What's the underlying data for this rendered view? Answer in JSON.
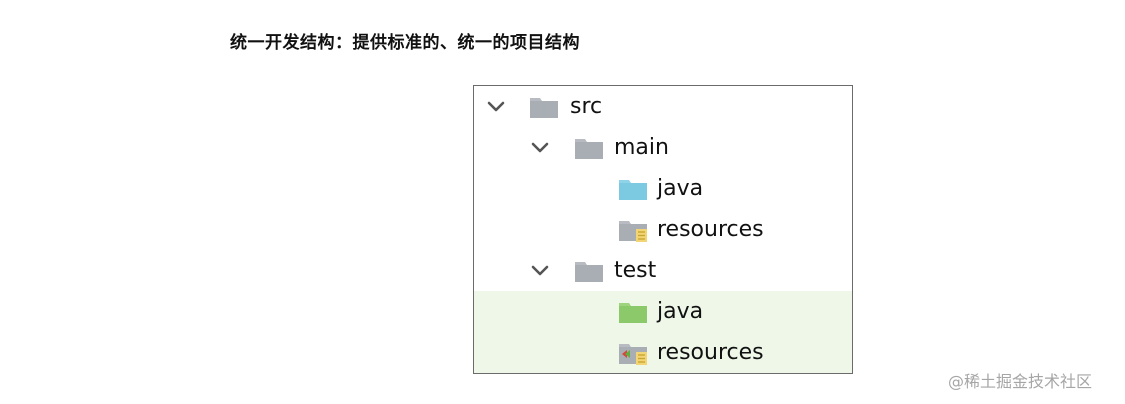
{
  "heading": "统一开发结构：提供标准的、统一的项目结构",
  "tree": {
    "nodes": [
      {
        "label": "src",
        "expanded": true,
        "folder_color": "#b8bcc2",
        "icon": "folder-icon"
      },
      {
        "label": "main",
        "expanded": true,
        "folder_color": "#b8bcc2",
        "icon": "folder-icon"
      },
      {
        "label": "java",
        "folder_color": "#8fd3e8",
        "icon": "source-folder-icon"
      },
      {
        "label": "resources",
        "folder_color": "#b8bcc2",
        "icon": "resources-folder-icon"
      },
      {
        "label": "test",
        "expanded": true,
        "folder_color": "#b8bcc2",
        "icon": "folder-icon"
      },
      {
        "label": "java",
        "folder_color": "#9fd47f",
        "icon": "test-source-folder-icon"
      },
      {
        "label": "resources",
        "folder_color": "#b8bcc2",
        "icon": "test-resources-folder-icon"
      }
    ]
  },
  "watermark": "@稀土掘金技术社区"
}
